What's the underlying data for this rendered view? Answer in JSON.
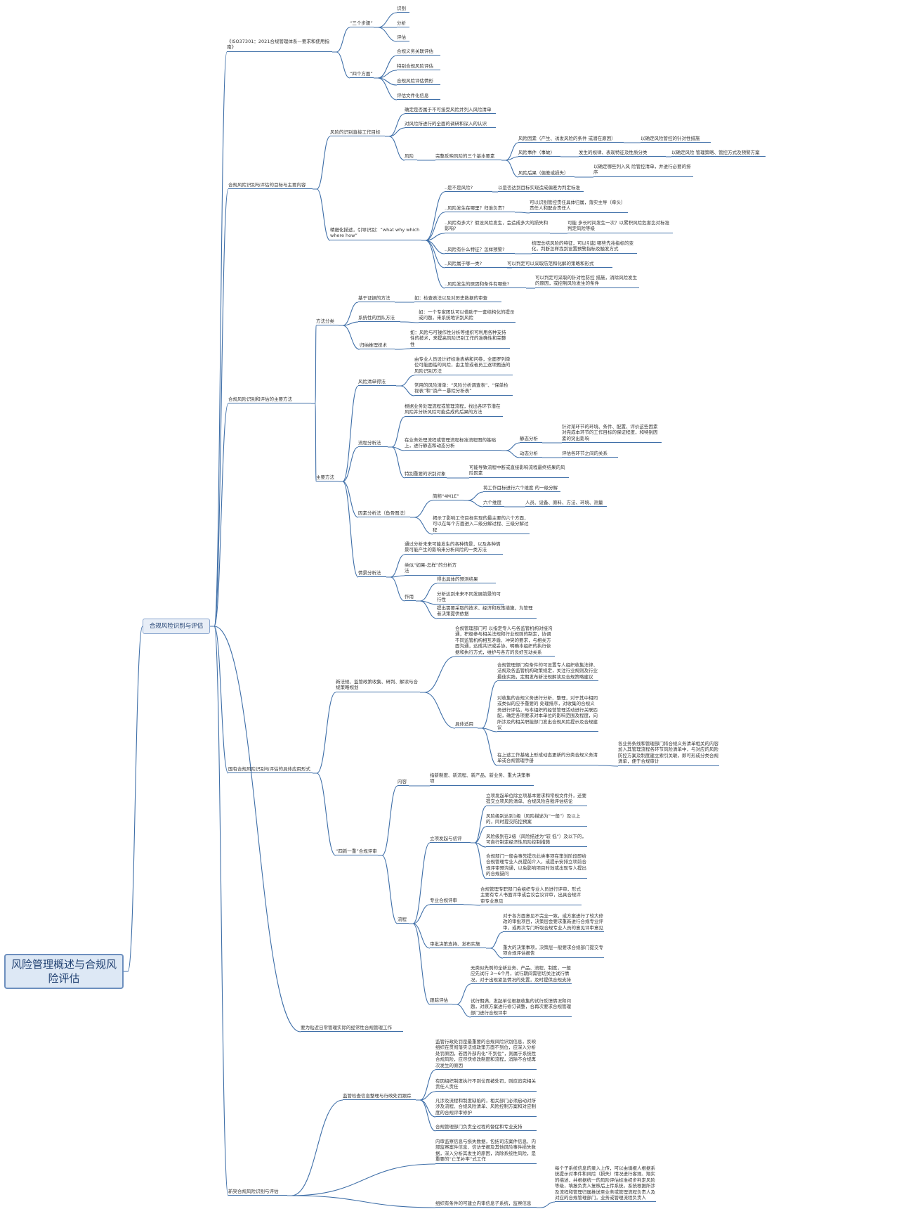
{
  "root": "风险管理概述与合规风险评估",
  "l1": "合规风险识别与评估",
  "nodes": {
    "iso": "《ISO37301：2021合规管理体系—要求和使用指南》",
    "iso_steps": "“三个步骤”",
    "step1": "识别",
    "step2": "分析",
    "step3": "评估",
    "iso_aspects": "“四个方面”",
    "asp1": "合规义务关联评估",
    "asp2": "特别合规风险评估",
    "asp3": "合规风险评估情形",
    "asp4": "评估文件化信息",
    "goal": "合规风险识别与评估的目标与主要内容",
    "goal_ident": "风险的识别直接工作目标",
    "g1": "确定是否属于不可接受风险并列入风险清单",
    "g2": "对风险所进行的全面的调研和深入的认识",
    "g_risk": "风险",
    "g_three": "完整反映风险的三个基本要素",
    "r1": "风险因素（产生、诱发风险的条件 或潜在原因）",
    "r1a": "以确定风险管控的针对性措施",
    "r2": "风险事件（事故）",
    "r2a": "发生的规律、表现特征及性质分类",
    "r2b": "以确定风险 管理策略、管控方式及预警方案",
    "r3": "风险后果（偏差或损失）",
    "r3a": "以确定哪些列入风 险管控清单，并进行必要的排序",
    "precise": "精细化描述，引导识别：“what why which where how”",
    "q1": "..是不是风险?",
    "q1a": "以是否达到目标实现造成偏差为判定标准",
    "q2": "..风险发生在哪里？归谁负责？",
    "q2a": "可以识别管控责任具体归属，落实主导（牵头）责任人和配合责任人",
    "q3": "..风险有多大？假设风险发生，会造成多大的损失和影响?",
    "q3a": "可能 多长时间发生一次？以累积风险危害比对标准判定风险等级",
    "q4": "..风险有什么特征？怎样预警?",
    "q4a": "梳理总结风险的特征，可以引起 哪些先兆指标的变化，判断怎样找到设置预警指标及触发方式",
    "q5": "..风险属于哪一类?",
    "q5a": "可以判定可以采取防范和化解的策略和形式",
    "q6": "..风险发生的原因和条件有哪些?",
    "q6a": "可以判定可采取的针对性防控 措施，消除风险发生的原因，或控制风险发生的条件",
    "methods": "合规风险识别和评估的主要方法",
    "m_class": "方法分类",
    "mc1": "基于证据的方法",
    "mc1a": "如：检查表法以及对历史数据的审查",
    "mc2": "系统性的团队方法",
    "mc2a": "如：一个专家团队可以借助于一套结构化的提示或问题，来系统地识别风险",
    "mc3": "归纳推理技术",
    "mc3a": "如：风险与可操作性分析等组织可利用各种支持性的技术，来提高风险识别工作的准确性和完整性",
    "m_main": "主要方法",
    "mm1": "风险清单得法",
    "mm1a": "由专业人员设计好标准表格和问卷，全面罗列单位可能面临的风险，由主管或者员工逐项甄选的风险识别方法",
    "mm1b": "常用的风险清单：“风险分析调查表”、“保单检视表”和“资产－暴险分析表”",
    "mm2": "流程分析法",
    "mm2a": "根据业务处理流程或管理流程，找出各环节潜在风险并分析风险可能造成的后果的方法",
    "mm2b": "在业务处理流程或管理流程标准流程图的基础上，进行静态和动态分析",
    "st": "静态分析",
    "st_a": "针对某环节的环境、条件、配置、评价这些因素对完成本环节的工作目标的保证程度，和特别因素的突出影响",
    "dy": "动态分析",
    "dy_a": "评估各环节之间的关系",
    "mm2c": "特别重要的识别对象",
    "mm2c_a": "可能导致流程中断或直接影响流程最终结果的风险因素",
    "mm3": "因素分析法（鱼骨图法）",
    "mm3a": "简称“4M1E”",
    "mm3a_a": "将工作目标进行六个维度 的一级分解",
    "mm3b": "六个维度",
    "mm3b_a": "人员、设备、原料、方法、环境、测量",
    "mm3c": "揭示了影响工作目标实现的最主要的六个方面，可以在每个方面进入二级分解过程、三级分解过程",
    "mm4": "情景分析法",
    "mm4a": "通过分析未来可能发生的各种情景，以及各种情景可能产生的影响来分析风险的一类方法",
    "mm4b": "类似“如果-怎样”的分析方法",
    "mm4c": "作用",
    "mm4c1": "得出具体的预测结果",
    "mm4c2": "分析达到未来不同发展前景的可行性",
    "mm4c3": "提出需要采取的技术、经济和政策措施，为管理者决策提供依据",
    "apply": "国有合规风险识别与评估的具体应用形式",
    "ap1": "新法规、监管政策收集、研判、解读与合规策略规划",
    "ap1a": "合规管理部门可 以指定专人与各监管机构对接沟通，积极参与相关法规和行业规则的制定，协调不同监管机构相互矛盾、冲突的要求，与相关方面沟通，达成共识或妥协，明确本组织的执行依据和执行方式，维护与各方的良好互动关系",
    "ap1b": "具体适用",
    "ap1b1": "合规管理部门有条件的可设置专人组织收集法律、法规及各监管机构政策规定，关注行业规则及行业最佳实践，定期发布新法规解读及合规策略建议",
    "ap1b2": "对收集的合规义务进行分析、整理，对于其中相同或类似的应予重要的 处理排序，对收集的合规义务进行评估，与本组织的经营管理活动进行关联匹配，确定各项要求对本单位的影响范围及程度，向所涉及的相关职能部门发出合规风险提示及合规建议",
    "ap1b3": "在上述工作基础上形成动态更新的分类合规义务清单或合规管理手册",
    "ap1b3a": "各业务条线和管理部门将合规义务清单相关的内容加入其管理流程各环节风险清单中，与对应的风险防控方案及制度建立索引关联，即可形成分类合规清单，便于合规审计",
    "ap2": "“四新一重”合规评审",
    "ap2a": "内容",
    "ap2a1": "指新制度、新流程、新产品、新业务、重大决策事项",
    "ap2b": "流程",
    "ap2b1": "立项发起与初评",
    "ap2b1a": "立项发起单位除立项基本要求和常规文件外，还要提交立项风险清单、合规风险自我评估结论",
    "ap2b1b": "风险级别达到1级（风险描述为“一般”）及以上的，同时提交防控预案",
    "ap2b1c": "风险级别在2级（风险描述为“较 低”）及以下的，可自行制定经济性风险控制措施",
    "ap2b1d": "合规部门一般会事先提示此类事项在策划阶段即给合规管理专业人员提前介入，或提示安排立项前合规评审预沟通，以免影响项目时效或出现专人提出的合规疑问",
    "ap2b2": "专业合规评审",
    "ap2b2a": "合规管理专职部门会组织专业人员进行评审，形式主要有专人书面评审或会议会议评审，出具合规评审专业意见",
    "ap2b3": "审批决策支持、发布实施",
    "ap2b3a": "对于各方面意见不完全一致，或方案进行了较大修改的审批项目，决策层会要求重新进行合规专业评审，或再次专门听取合规专业人员的意见评审意见",
    "ap2b3b": "重大的决策事项，决策层一般要求合规部门提交专项合规评估报告",
    "ap2b4": "跟踪评估",
    "ap2b4a": "无类似先例的全新业务、产品、流程、制度，一般应先试行 3～6个月，试行期间需密切关注试行情况，对于出现紧急情况的处置，及时提供合规支持",
    "ap2b4b": "试行期满，发起单位根据收集的试行反馈情况和问题，对原方案进行修订调整，合再次要求合规管理部门进行合规评审",
    "daily": "要为贴近日常管理实际的经常性合规管理工作",
    "new": "新突合规风险识别与评估",
    "nw1": "监管检查信息整理与行政处罚跟踪",
    "nw1a": "监管行政处罚是最重要的合规风险识别信息，反映组织在贯彻落实法规政策方面不到位，应深入分析处罚原因，若因外部内化“不到位”，则属于系统性合规风险，应尽快修改制度和流程，消除不合规再次发生的原因",
    "nw1b": "有因组织制度执行不到位而被处罚，则应追究相关责任人责任",
    "nw1c": "凡涉及流程和制度缺陷的，相关部门必须启动对所涉及流程、合规风险清单、风险控制方案和对应制度的合规评审修护",
    "nw1d": "合规管理部门负责全过程的督促和专业支持",
    "nw2a": "内审监察信息与损失数据，包括司法案件信息、内部监察案件信息、信访举报及其他风险事件损失数据，深入分析其发生的原因，消除系统性风险，是重要的“亡羊补牢”式工作",
    "nw2b": "组织有条件的可建立内审信息子系统，监察信息",
    "nw2c": "每个子系统信息的录入上传，可以由填报人根据系统提示对事件和风险（损失）情况进行客观、翔实的描述，并根据统一的风险评估标准初步判定风险等级，填报负责人复核后上传系统，系统根据所涉及流程和管理归属推送至业务或管理流程负责人及对应的合规管理部门，业务或管理流程负责人"
  }
}
